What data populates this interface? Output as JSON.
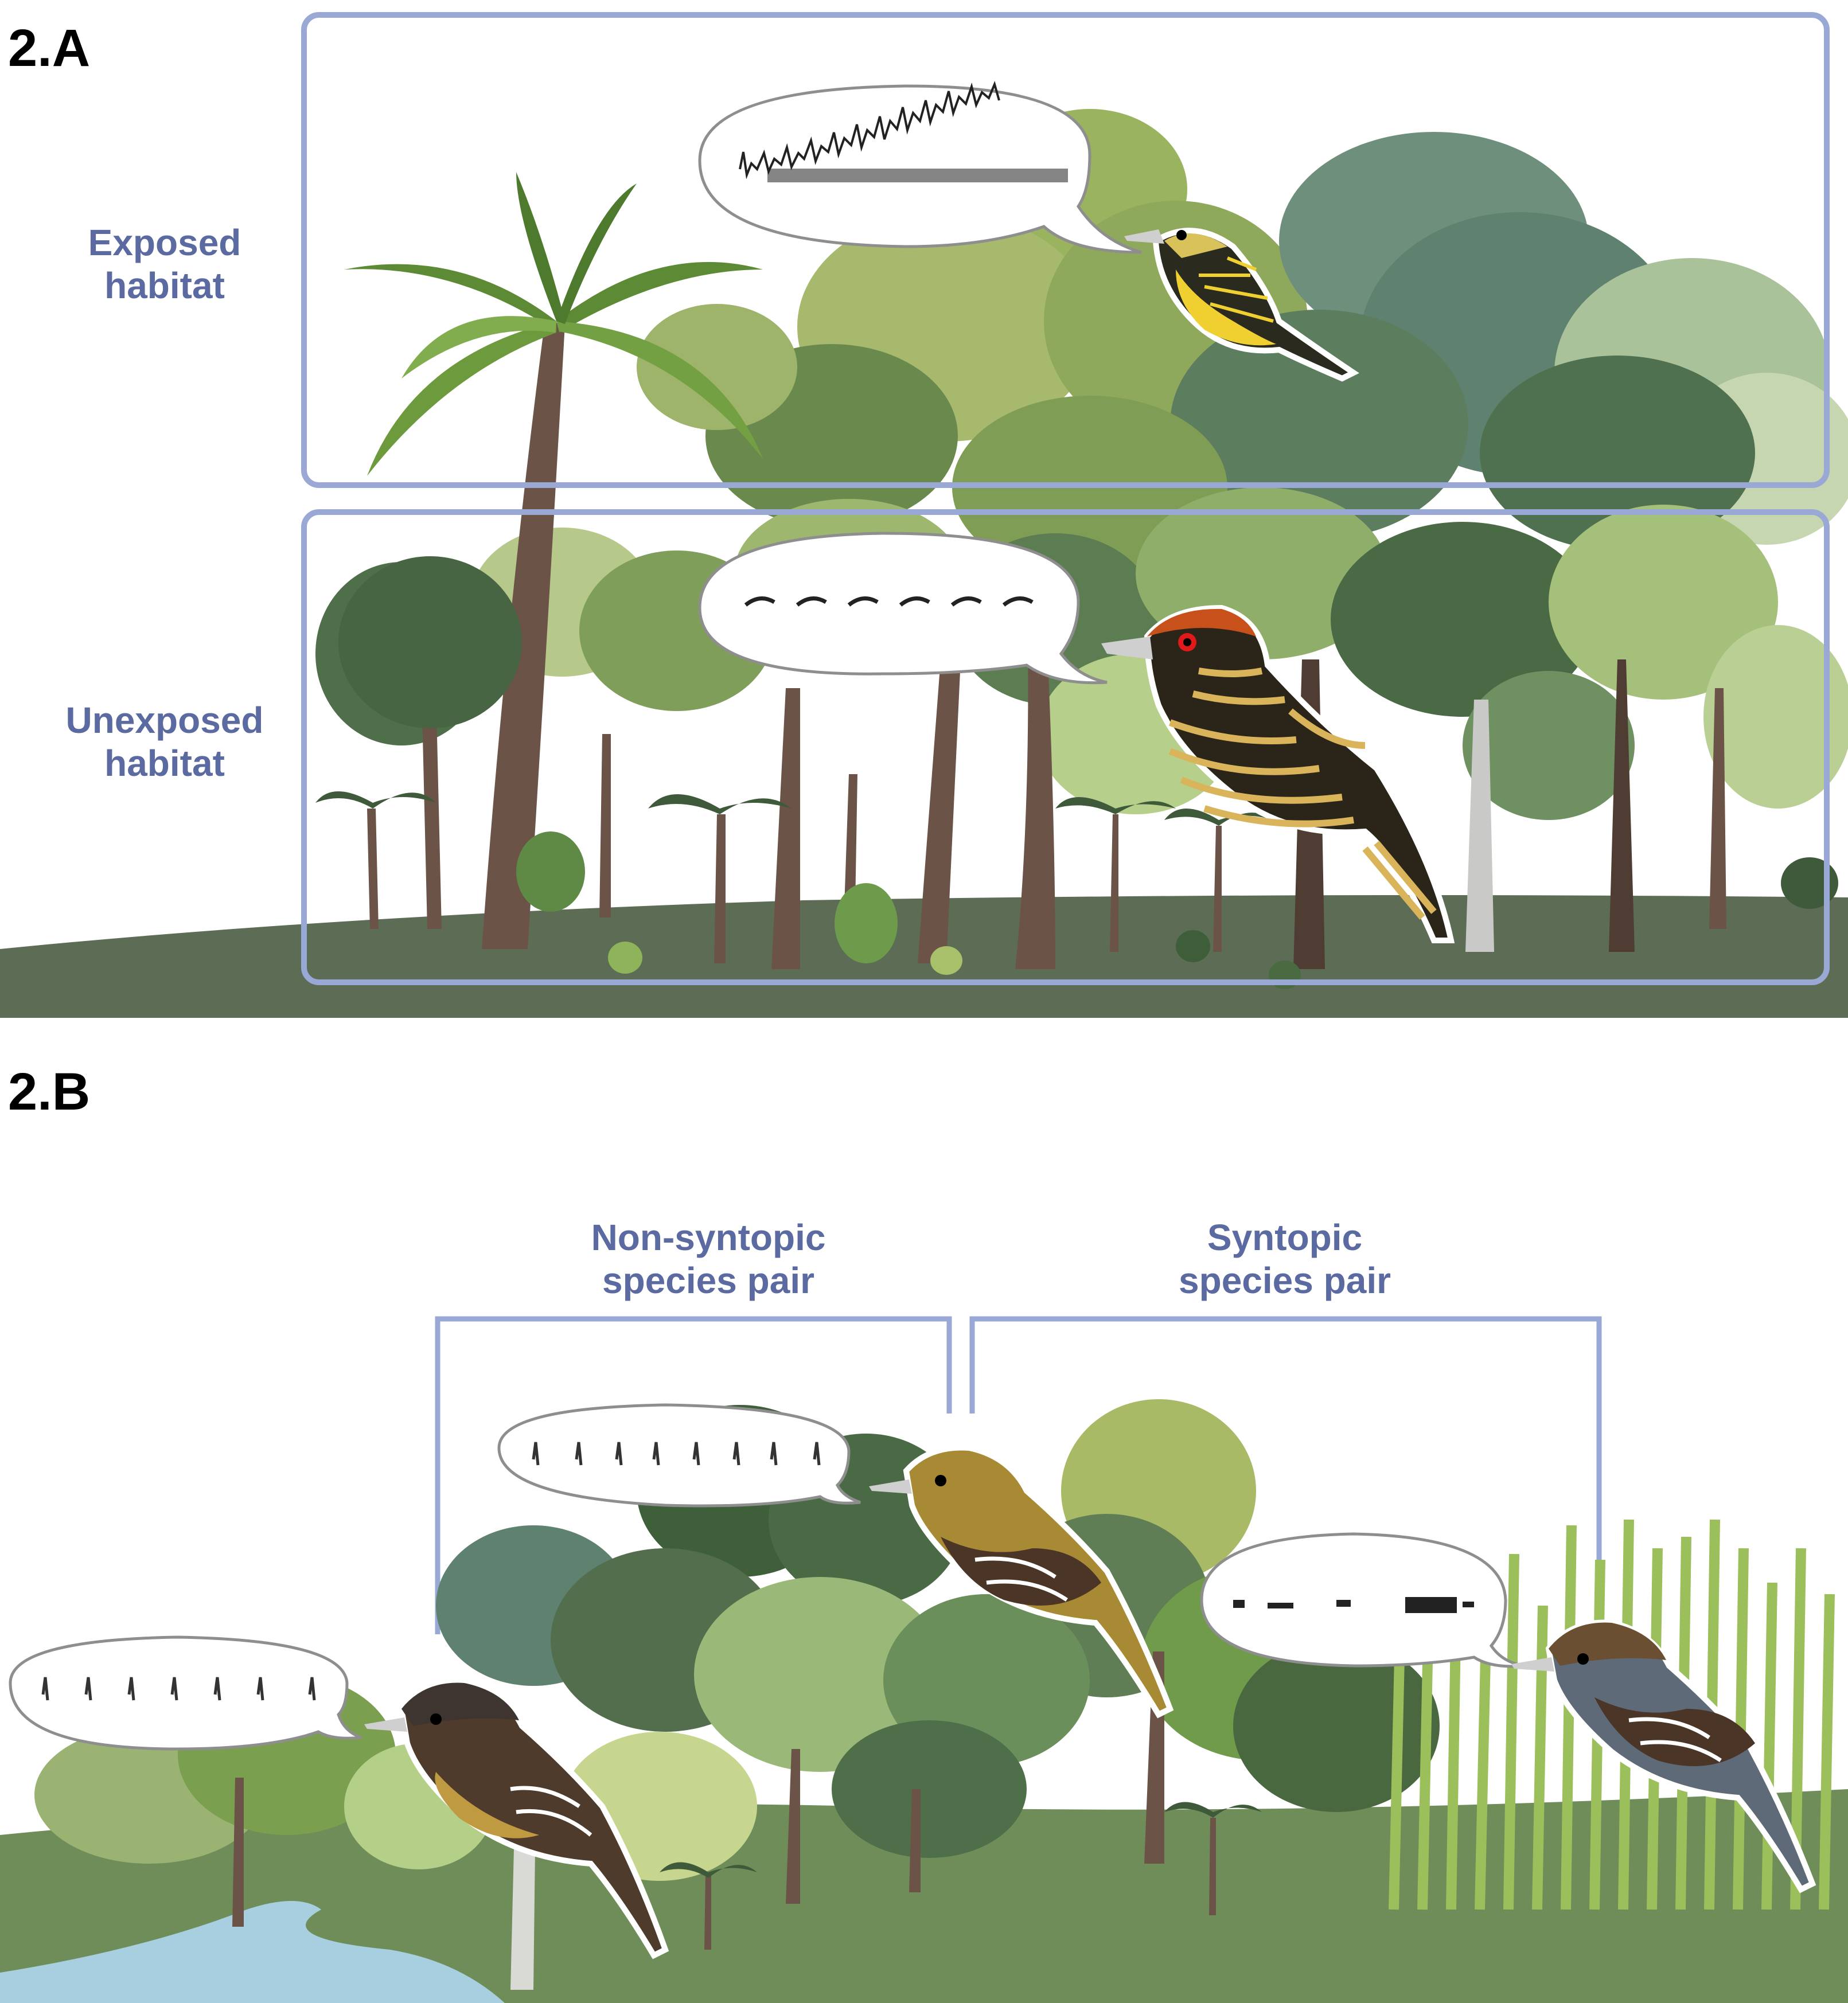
{
  "panels": {
    "a": {
      "label": "2.A",
      "exposed_line1": "Exposed",
      "exposed_line2": "habitat",
      "unexposed_line1": "Unexposed",
      "unexposed_line2": "habitat"
    },
    "b": {
      "label": "2.B",
      "nonsyntopic_line1": "Non-syntopic",
      "nonsyntopic_line2": "species pair",
      "syntopic_line1": "Syntopic",
      "syntopic_line2": "species pair"
    }
  },
  "colors": {
    "label_text": "#5b6aa0",
    "box_stroke": "#9aa8d6",
    "exposed_bird_yellow": "#f0d030",
    "unexposed_bird_crown": "#c8501a",
    "foliage_dark": "#4f6e4a",
    "foliage_mid": "#7f9e5a",
    "foliage_light": "#b6c98a",
    "bamboo": "#9bbf5a",
    "river": "#a8cfe0"
  },
  "icons": [
    "palm-tree-icon",
    "broadleaf-tree-icon",
    "bird-icon",
    "speech-bubble-icon",
    "spectrogram-icon",
    "bamboo-icon",
    "river-icon"
  ]
}
